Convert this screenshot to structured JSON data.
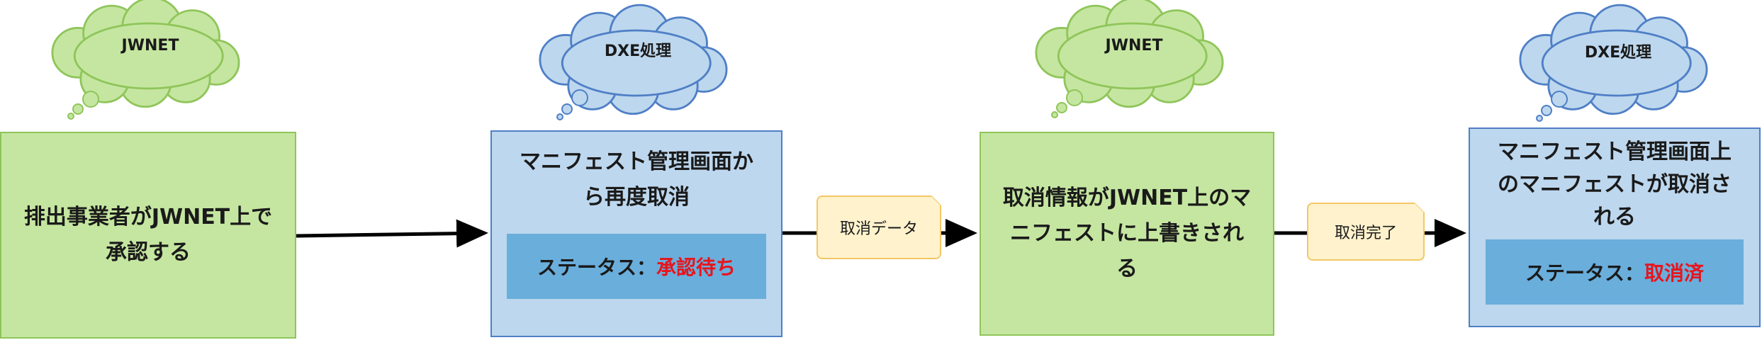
{
  "clouds": [
    {
      "label": "JWNET",
      "color": "#c5e6a0"
    },
    {
      "label": "DXE処理",
      "color": "#bdd7ee"
    },
    {
      "label": "JWNET",
      "color": "#c5e6a0"
    },
    {
      "label": "DXE処理",
      "color": "#bdd7ee"
    }
  ],
  "boxes": [
    {
      "lines": [
        "排出事業者がJWNET上で",
        "承認する"
      ]
    },
    {
      "lines": [
        "マニフェスト管理画面か",
        "ら再度取消"
      ],
      "status_label": "ステータス：",
      "status_value": "承認待ち"
    },
    {
      "lines": [
        "取消情報がJWNET上のマ",
        "ニフェストに上書きされ",
        "る"
      ]
    },
    {
      "lines": [
        "マニフェスト管理画面上",
        "のマニフェストが取消さ",
        "れる"
      ],
      "status_label": "ステータス：",
      "status_value": "取消済"
    }
  ],
  "notes": [
    {
      "label": "取消データ"
    },
    {
      "label": "取消完了"
    }
  ],
  "colors": {
    "status_value": "#e8141b",
    "arrow": "#000000"
  }
}
